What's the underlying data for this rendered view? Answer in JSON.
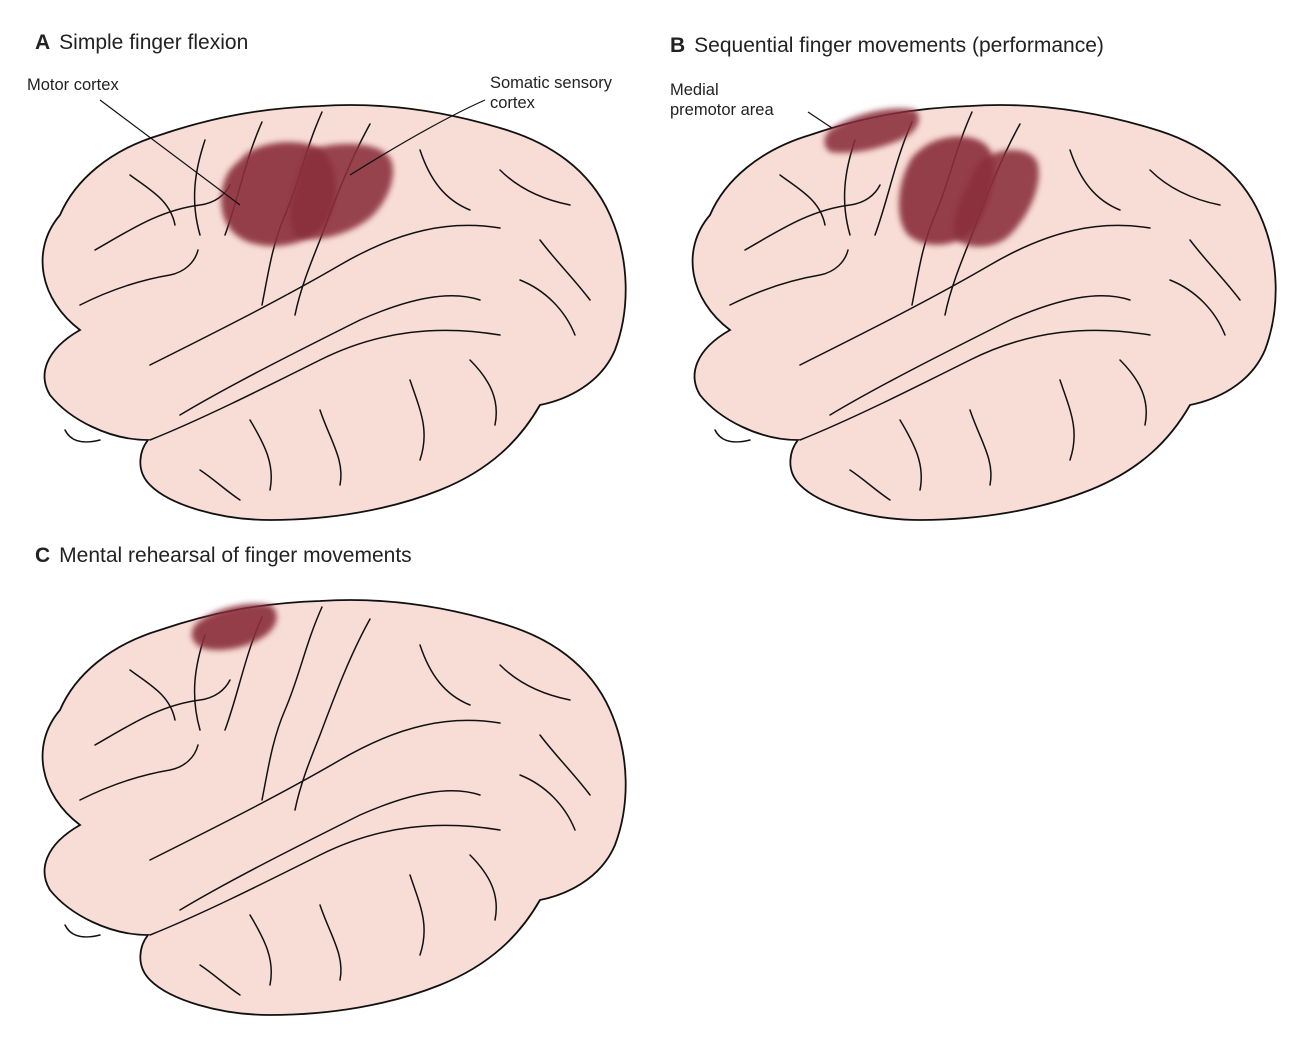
{
  "panels": [
    {
      "letter": "A",
      "title": "Simple finger flexion"
    },
    {
      "letter": "B",
      "title": "Sequential finger movements (performance)"
    },
    {
      "letter": "C",
      "title": "Mental rehearsal of finger movements"
    }
  ],
  "labels": {
    "motor_cortex": "Motor cortex",
    "somatic_sensory_line1": "Somatic sensory",
    "somatic_sensory_line2": "cortex",
    "medial_premotor_line1": "Medial",
    "medial_premotor_line2": "premotor area"
  },
  "colors": {
    "brain_fill": "#f8ddd6",
    "activation": "#8a2d3c",
    "outline": "#111111"
  }
}
